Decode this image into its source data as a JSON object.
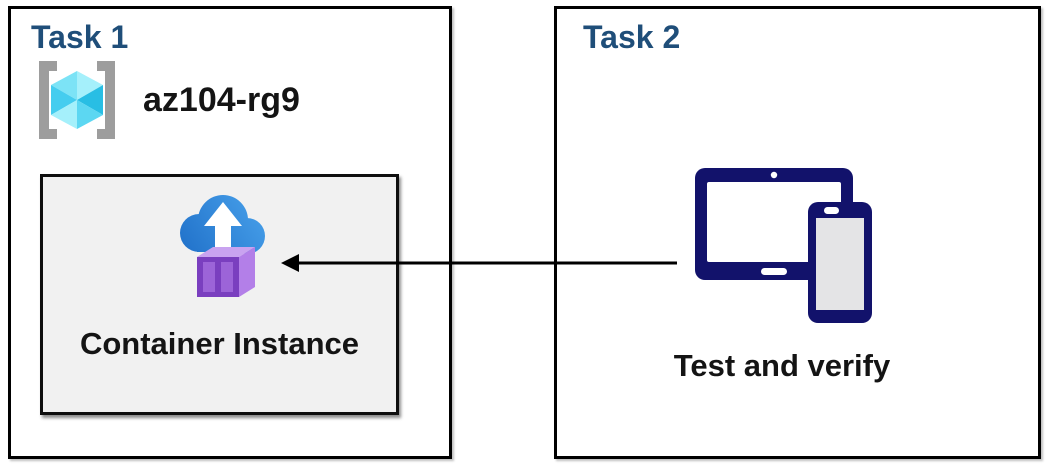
{
  "colors": {
    "title-color": "#1F4E79",
    "label-color": "#141414",
    "device-navy": "#12126B",
    "box-border": "#000000",
    "ci-box-bg": "#F1F1F1",
    "arrow-color": "#000000",
    "bracket-gray": "#9D9D9D",
    "cube-cyan-light": "#A5F0FB",
    "cube-cyan-mid": "#5CD7F2",
    "cube-cyan-dark": "#28BEE4",
    "cloud-blue-dark": "#1F6FC8",
    "cloud-blue-light": "#47A0EA",
    "container-purple-frame": "#7A3FBF",
    "container-purple-panel": "#9C64D8",
    "container-purple-side": "#B37FE8",
    "container-purple-top": "#C9A3F0",
    "phone-screen-gray": "#E4E4E6"
  },
  "task1": {
    "title": "Task 1",
    "resource_group_name": "az104-rg9",
    "container_instance_label": "Container Instance"
  },
  "task2": {
    "title": "Task 2",
    "devices_label": "Test and verify"
  },
  "icons": {
    "resource_group": "resource-group-icon",
    "container_instances": "container-instances-icon",
    "devices": "tablet-and-phone-icon",
    "connector": "left-arrow-connector"
  }
}
